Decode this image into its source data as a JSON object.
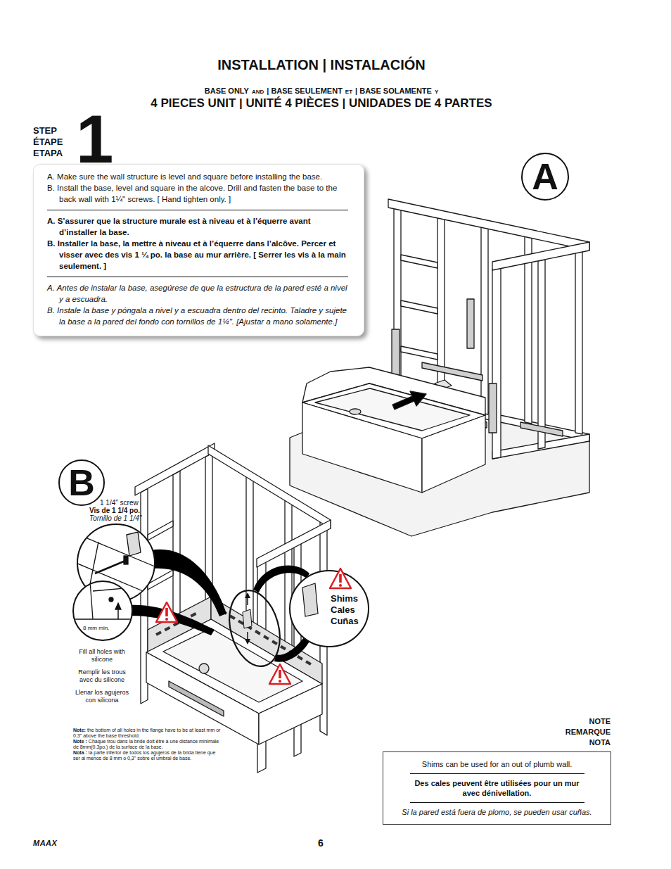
{
  "diagram": {
    "title": "INSTALLATION | INSTALACIÓN",
    "nodes": [
      {
        "text": [
          "A. Make sure the wall structure is level and square before installing the base.",
          "B. Install the base, level and square in the alcove. Drill and fasten the base to the back wall with 1¼\" screws. [ Hand tighten only. ]",
          "A. S’assurer que la structure murale est à niveau et à l’équerre avant d’installer la base.",
          "B. Installer la base, la mettre à niveau et à l’équerre dans l’alcôve. Percer et visser avec des vis 1 ¼ po. la base au mur arrière. [ Serrer les vis à la main seulement. ]",
          "A. Antes de instalar la base, asegúrese de que la estructura de la pared esté a nivel y a escuadra.",
          "B. Instale la base y póngala a nivel y a escuadra dentro del recinto. Taladre y sujete la base a la pared del fondo con tornillos de 1¼\". [Ajustar a mano solamente.]"
        ]
      },
      {
        "text": [
          "A"
        ]
      },
      {
        "text": [
          "B"
        ]
      },
      {
        "text": [
          "NOTE REMARQUE NOTA",
          "Shims can be used for an out of plumb wall.",
          "Des cales peuvent être utilisées pour un mur avec dénivellation.",
          "Si la pared está fuera de plomo, se pueden usar cuñas."
        ]
      }
    ],
    "labels": [
      "BASE ONLY",
      "AND",
      "| BASE SEULEMENT",
      "ET",
      "| BASE SOLAMENTE",
      "Y",
      "4 PIECES UNIT | UNITÉ 4 PIÈCES | UNIDADES DE 4 PARTES",
      "STEP",
      "ÉTAPE",
      "ETAPA",
      "1",
      "1 1/4\" screw",
      "Vis de 1 1/4 po.",
      "Tornillo de 1 1/4\"",
      "8 mm min.",
      "Fill all holes with silicone",
      "Remplir les trous avec du silicone",
      "Llenar los agujeros con silicona",
      "Shims",
      "Cales",
      "Cuñas",
      "Note:",
      "the bottom of all holes in the flange have to be at least mm or 0.3\" above the base threshold.",
      "Note :",
      "Chaque trou dans la bride doit être à une distance minimale de 8mm(0.3po.) de la surface de la base.",
      "Nota :",
      "la parte inferior de todos los agujeros de la brida tiene que ser al menos de 8 mm o 0,3\" sobre el umbral de base.",
      "MAAX",
      "6"
    ]
  }
}
